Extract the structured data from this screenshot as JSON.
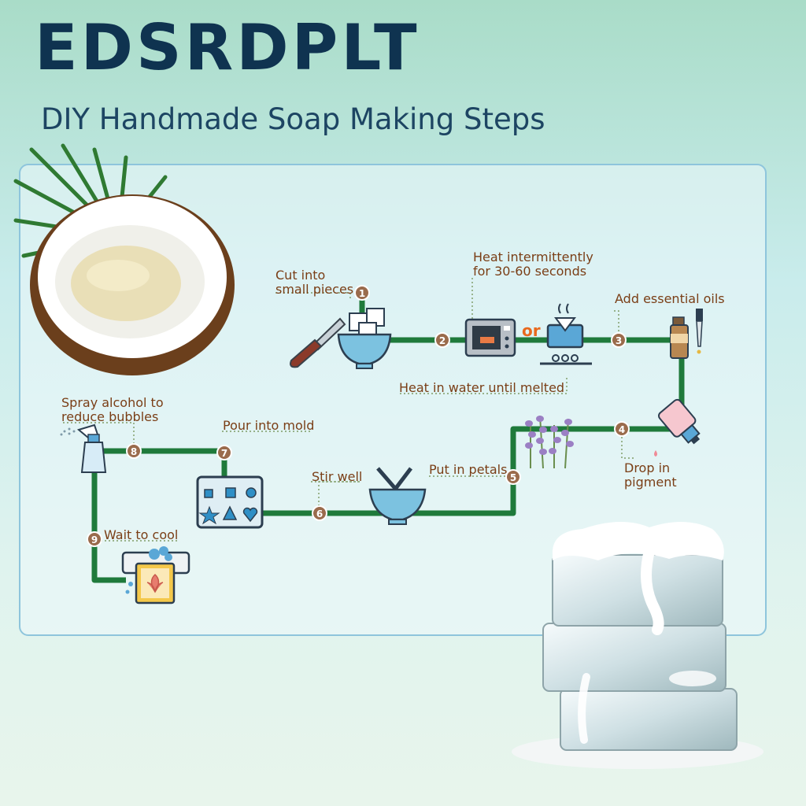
{
  "header": {
    "brand": "EDSRDPLT",
    "subtitle": "DIY Handmade Soap Making Steps"
  },
  "steps": [
    {
      "number": "1",
      "lines": [
        "Cut into",
        "small pieces"
      ]
    },
    {
      "number": "2",
      "lines": [
        "Heat intermittently",
        "for 30-60 seconds"
      ]
    },
    {
      "number": "3",
      "lines": [
        "Add essential oils"
      ]
    },
    {
      "number": "4",
      "lines": [
        "Drop in",
        "pigment"
      ]
    },
    {
      "number": "5",
      "lines": [
        "Put in petals"
      ]
    },
    {
      "number": "6",
      "lines": [
        "Stir well"
      ]
    },
    {
      "number": "7",
      "lines": [
        "Pour into mold"
      ]
    },
    {
      "number": "8",
      "lines": [
        "Spray alcohol to",
        "reduce bubbles"
      ]
    },
    {
      "number": "9",
      "lines": [
        "Wait to cool"
      ]
    }
  ],
  "alt_heat": {
    "connector": "or",
    "label": "Heat in water until melted"
  },
  "colors": {
    "path": "#1f7a3b",
    "badge": "#9a6b4c",
    "label_text": "#7a3e16",
    "brand_text": "#0f3350",
    "or_text": "#e8691e"
  },
  "icons": [
    "coconut-icon",
    "knife-icon",
    "bowl-cubes-icon",
    "microwave-icon",
    "pot-stove-icon",
    "oil-bottle-icon",
    "dropper-icon",
    "pigment-bottle-icon",
    "lavender-icon",
    "mortar-icon",
    "mold-icon",
    "spray-bottle-icon",
    "soap-bar-icon",
    "clear-soap-icon"
  ]
}
